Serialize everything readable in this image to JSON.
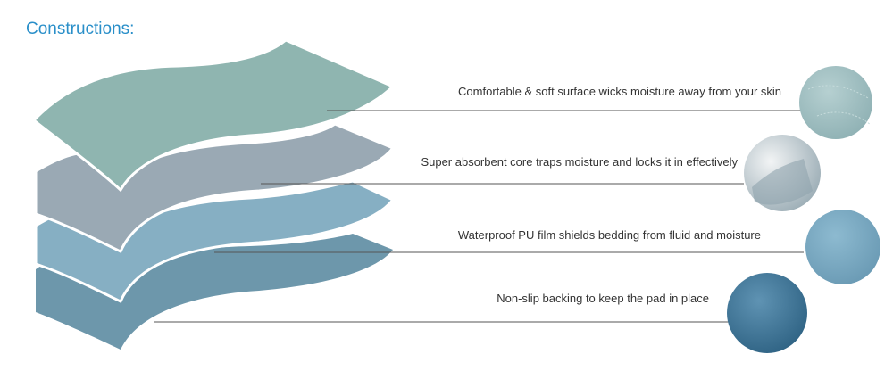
{
  "title": "Constructions:",
  "layers": [
    {
      "label": "Comfortable & soft surface wicks moisture away from your skin",
      "color": "#8fb5b0",
      "swatch": "#a3c2c4"
    },
    {
      "label": "Super absorbent core traps moisture and locks it in effectively",
      "color": "#9aa9b4",
      "swatch": "#d8dde0"
    },
    {
      "label": "Waterproof PU film shields bedding from fluid and moisture",
      "color": "#86afc3",
      "swatch": "#79a8c1"
    },
    {
      "label": "Non-slip backing to keep the pad in place",
      "color": "#6d97ab",
      "swatch": "#4c7f9d"
    }
  ]
}
